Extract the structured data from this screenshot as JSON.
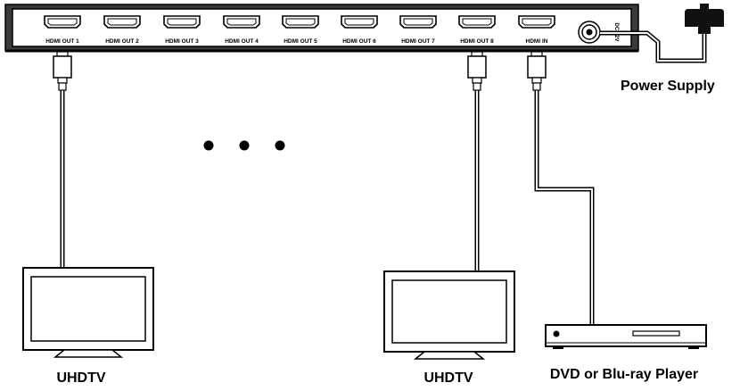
{
  "splitter": {
    "ports": [
      "HDMI OUT 1",
      "HDMI OUT 2",
      "HDMI OUT 3",
      "HDMI OUT 4",
      "HDMI OUT 5",
      "HDMI OUT 6",
      "HDMI OUT 7",
      "HDMI OUT 8",
      "HDMI IN"
    ],
    "dc_label": "DC 12V"
  },
  "labels": {
    "power_supply": "Power Supply",
    "tv_left": "UHDTV",
    "tv_right": "UHDTV",
    "player": "DVD or Blu-ray Player"
  },
  "ellipsis_dots": 3
}
